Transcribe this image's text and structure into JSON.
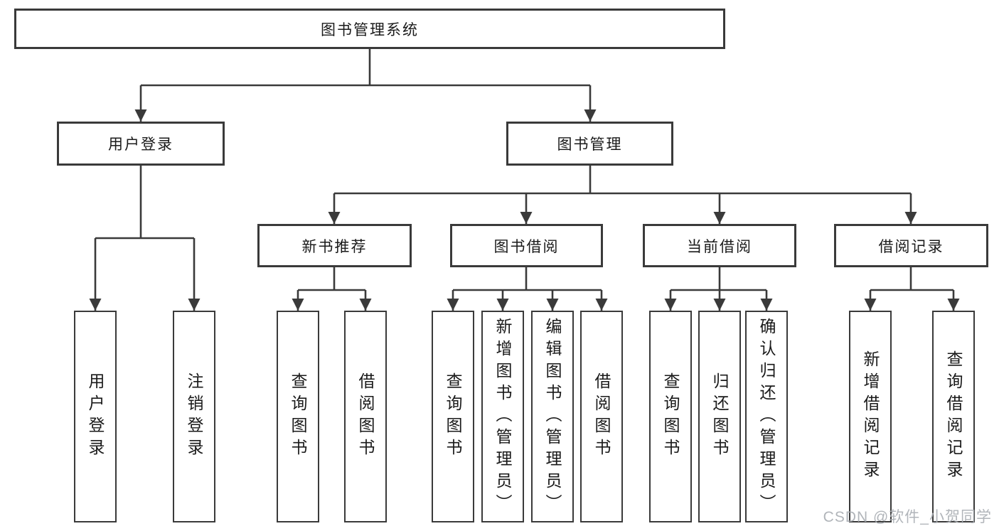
{
  "colors": {
    "line": "#3a3a3a",
    "text": "#1a1a1a",
    "watermark": "#a8adb2"
  },
  "tree": {
    "root": {
      "label": "图书管理系统"
    },
    "branches": [
      {
        "label": "用户登录",
        "children": [
          "用户登录",
          "注销登录"
        ]
      },
      {
        "label": "图书管理",
        "children": [
          {
            "label": "新书推荐",
            "children": [
              "查询图书",
              "借阅图书"
            ]
          },
          {
            "label": "图书借阅",
            "children": [
              "查询图书",
              "新增图书（管理员）",
              "编辑图书（管理员）",
              "借阅图书"
            ]
          },
          {
            "label": "当前借阅",
            "children": [
              "查询图书",
              "归还图书",
              "确认归还（管理员）"
            ]
          },
          {
            "label": "借阅记录",
            "children": [
              "新增借阅记录",
              "查询借阅记录"
            ]
          }
        ]
      }
    ]
  },
  "watermark": "CSDN @软件_小贺同学"
}
